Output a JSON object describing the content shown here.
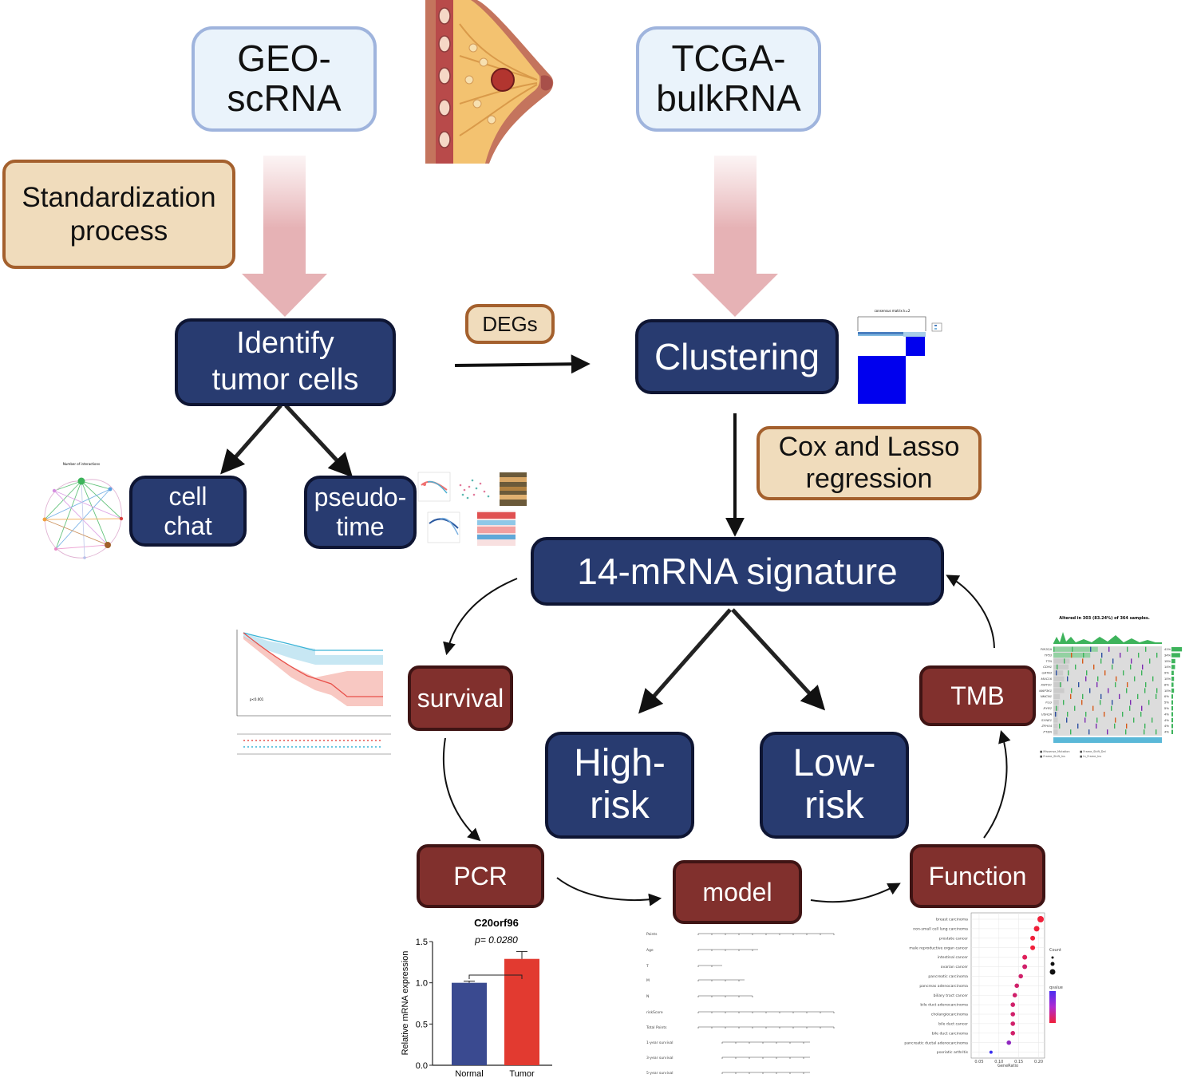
{
  "sources": {
    "geo": "GEO-\nscRNA",
    "tcga": "TCGA-\nbulkRNA"
  },
  "process_labels": {
    "standardization": "Standardization\nprocess",
    "degs": "DEGs",
    "cox_lasso": "Cox and Lasso\nregression"
  },
  "steps": {
    "identify": "Identify\ntumor cells",
    "clustering": "Clustering",
    "cellchat": "cell\nchat",
    "pseudotime": "pseudo-\ntime",
    "signature": "14-mRNA signature",
    "high_risk": "High-\nrisk",
    "low_risk": "Low-\nrisk"
  },
  "analyses": {
    "survival": "survival",
    "pcr": "PCR",
    "model": "model",
    "function": "Function",
    "tmb": "TMB"
  },
  "pcr_chart": {
    "chart_data": {
      "type": "bar",
      "title": "C20orf96",
      "annotation": "p= 0.0280",
      "ylabel": "Relative mRNA expression",
      "categories": [
        "Normal",
        "Tumor"
      ],
      "values": [
        1.0,
        1.29
      ],
      "errors": [
        0.02,
        0.09
      ],
      "ylim": [
        0,
        1.5
      ],
      "yticks": [
        "0.0",
        "0.5",
        "1.0",
        "1.5"
      ],
      "colors": [
        "#3a4a90",
        "#e23a30"
      ]
    }
  },
  "function_chart": {
    "terms": [
      "breast carcinoma",
      "non-small cell lung carcinoma",
      "prostate cancer",
      "male reproductive organ cancer",
      "intestinal cancer",
      "ovarian cancer",
      "pancreatic carcinoma",
      "pancreas adenocarcinoma",
      "biliary tract cancer",
      "bile duct adenocarcinoma",
      "cholangiocarcinoma",
      "bile duct cancer",
      "bile duct carcinoma",
      "pancreatic ductal adenocarcinoma",
      "psoriatic arthritis"
    ],
    "xticks": [
      "0.05",
      "0.10",
      "0.15",
      "0.20"
    ],
    "xlabel": "GeneRatio",
    "count_label": "Count",
    "qvalue_label": "qvalue"
  },
  "tmb_chart": {
    "title": "Altered in 303 (83.24%) of 364 samples.",
    "genes": [
      "PIK3CA",
      "TP53",
      "TTN",
      "CDH1",
      "GATA3",
      "MUC16",
      "KMT2C",
      "MAP3K1",
      "NMCN1",
      "FLG",
      "RYR2",
      "USH2A",
      "SYNE1",
      "ZFHX4",
      "PTEN"
    ],
    "pcts": [
      "41%",
      "34%",
      "15%",
      "14%",
      "9%",
      "10%",
      "8%",
      "10%",
      "6%",
      "5%",
      "5%",
      "4%",
      "4%",
      "4%",
      "4%"
    ]
  },
  "consensus_chart": {
    "title": "consensus matrix k=2"
  },
  "cellchat_chart": {
    "title": "Number of interactions"
  }
}
